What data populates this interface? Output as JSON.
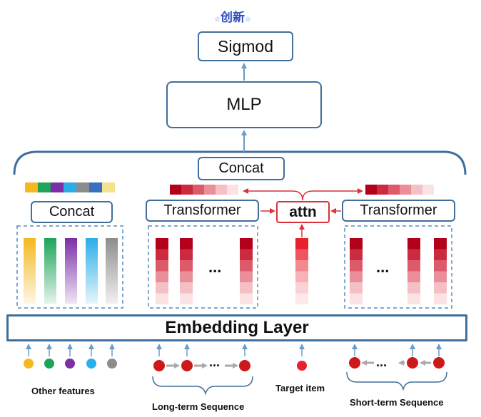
{
  "watermark": "创新",
  "colors": {
    "border": "#3f6f9a",
    "arrow_blue": "#6a9cc8",
    "arrow_red": "#d9323c",
    "node_red": "#cc1a1a",
    "gray_arrow": "#aaaaaa",
    "feature_palette": [
      "#f5b820",
      "#1ea35a",
      "#7b2ea8",
      "#2aaee8",
      "#8c8c8c"
    ],
    "bar_reds": [
      "#b3001b",
      "#cc2a3e",
      "#dd5a6a",
      "#ea8e99",
      "#f4bfc5",
      "#fbe2e5"
    ]
  },
  "boxes": {
    "sigmod": "Sigmod",
    "mlp": "MLP",
    "concat_top": "Concat",
    "concat_left": "Concat",
    "transformer_left": "Transformer",
    "attn": "attn",
    "transformer_right": "Transformer",
    "embedding": "Embedding Layer"
  },
  "ellipsis": "...",
  "inputs": {
    "other_features": "Other features",
    "long_term": "Long-term Sequence",
    "target_item": "Target item",
    "short_term": "Short-term Sequence"
  }
}
